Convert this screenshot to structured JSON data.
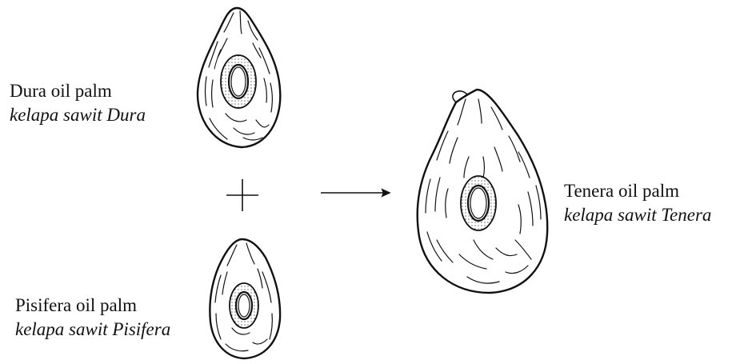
{
  "labels": {
    "dura": {
      "name": "Dura oil palm",
      "latin": "kelapa sawit Dura"
    },
    "pisifera": {
      "name": "Pisifera oil palm",
      "latin": "kelapa sawit Pisifera"
    },
    "tenera": {
      "name": "Tenera oil palm",
      "latin": "kelapa sawit Tenera"
    }
  },
  "symbols": {
    "cross": "+",
    "result": "→"
  }
}
